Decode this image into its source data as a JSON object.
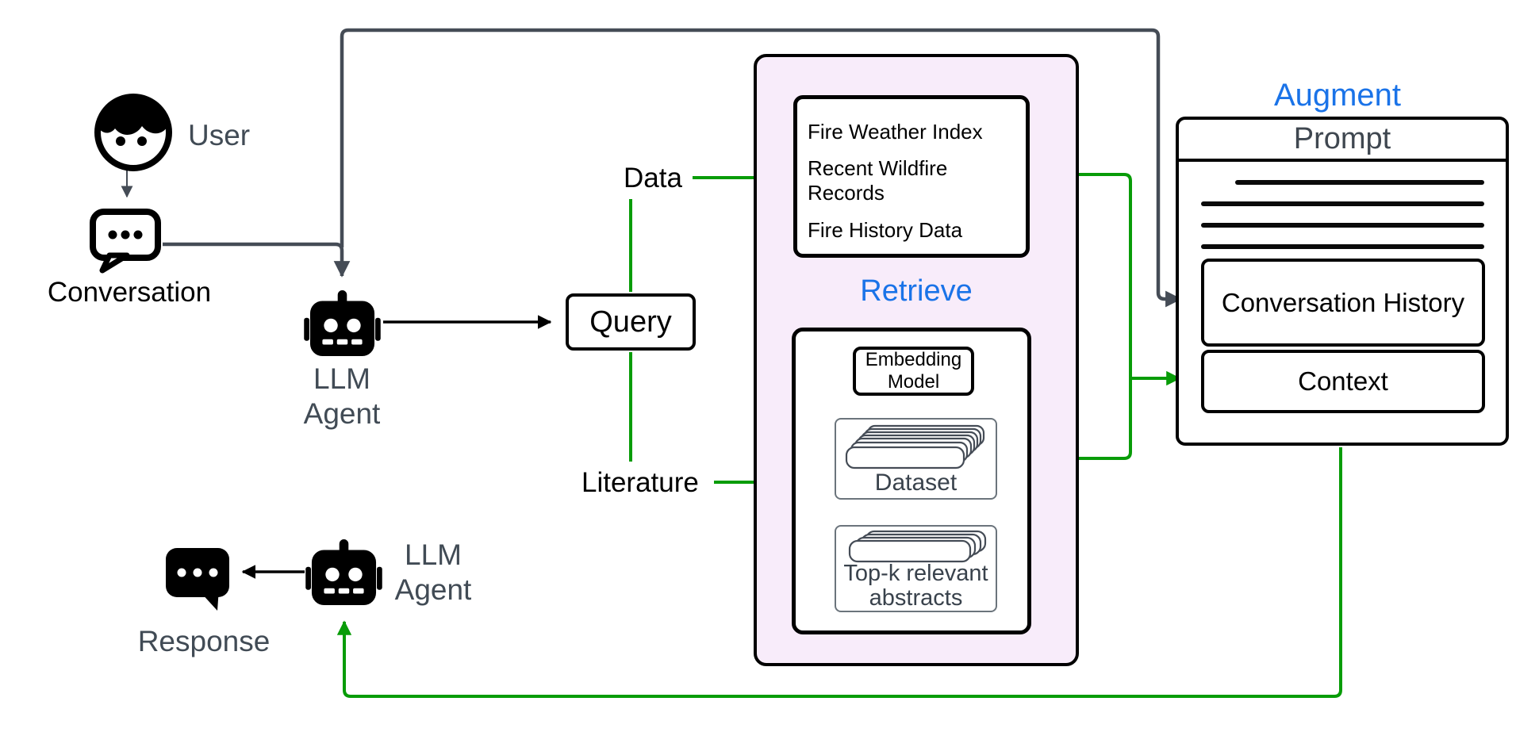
{
  "diagram": {
    "user_label": "User",
    "conversation_label": "Conversation",
    "agent_top_label": "LLM Agent",
    "query_label": "Query",
    "data_label": "Data",
    "literature_label": "Literature",
    "retrieve": {
      "title": "Retrieve",
      "sources": [
        "Fire Weather Index",
        "Recent Wildfire Records",
        "Fire History Data"
      ],
      "embedding_model_label": "Embedding Model",
      "dataset_label": "Dataset",
      "topk_label": "Top-k relevant abstracts"
    },
    "augment_title": "Augment",
    "prompt": {
      "title": "Prompt",
      "conversation_history_label": "Conversation History",
      "context_label": "Context"
    },
    "agent_bottom_label": "LLM Agent",
    "response_label": "Response",
    "colors": {
      "accent_green": "#089c08",
      "accent_blue": "#1a73e8",
      "retrieve_fill": "#f8ecfa",
      "label_gray": "#414b55",
      "connector_gray": "#454c56"
    }
  }
}
